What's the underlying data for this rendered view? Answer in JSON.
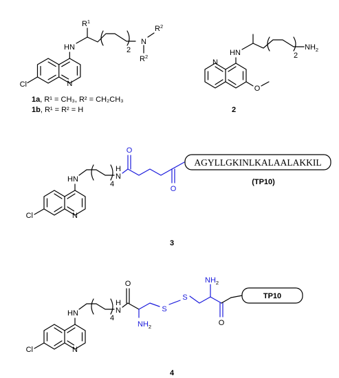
{
  "compound_1": {
    "r1_label": "R",
    "r1_sup": "1",
    "r2_label": "R",
    "r2_sup": "2",
    "hn_label": "HN",
    "n_label": "N",
    "ring_n_label": "N",
    "cl_label": "Cl",
    "chain_count": "2",
    "caption_1a_num": "1a",
    "caption_1a_text": ", R¹ = CH₃, R² = CH₂CH₃",
    "caption_1b_num": "1b",
    "caption_1b_text": ", R¹ = R² = H"
  },
  "compound_2": {
    "hn_label": "HN",
    "nh2_label": "NH",
    "nh2_sub": "2",
    "ring_n_label": "N",
    "o_label": "O",
    "chain_count": "2",
    "number": "2"
  },
  "compound_3": {
    "hn_label": "HN",
    "nh_label": "N",
    "h_label": "H",
    "ring_n_label": "N",
    "cl_label": "Cl",
    "chain_count": "4",
    "o_top_label": "O",
    "o_bottom_label": "O",
    "peptide_sequence": "AGYLLGKINLKALAALAKKIL",
    "peptide_name": "(TP10)",
    "number": "3"
  },
  "compound_4": {
    "hn_label": "HN",
    "nh_label": "N",
    "h_label": "H",
    "ring_n_label": "N",
    "cl_label": "Cl",
    "chain_count": "4",
    "o_left_label": "O",
    "o_right_label": "O",
    "s1_label": "S",
    "s2_label": "S",
    "nh2_top_label": "NH",
    "nh2_top_sub": "2",
    "nh2_bottom_label": "NH",
    "nh2_bottom_sub": "2",
    "peptide_name": "TP10",
    "number": "4"
  }
}
